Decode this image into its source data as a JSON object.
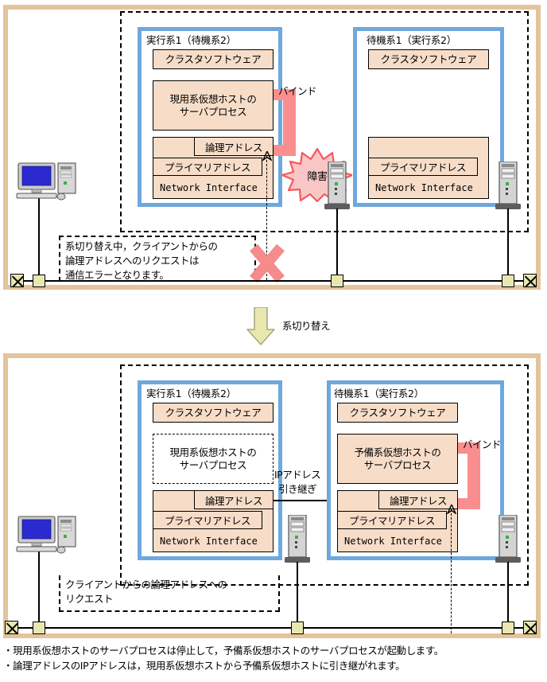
{
  "diagram": {
    "title": "クラスタ系切り替えと論理アドレス引き継ぎ",
    "colors": {
      "panel_border": "#e3c49b",
      "host_border": "#6fa8dc",
      "box_fill": "#f7ddc8",
      "bind_pink": "#fa8e8e",
      "tap_fill": "#e9e7b0",
      "arrow_fill": "#e9e7b0",
      "burst_fill": "#f9c6c6",
      "burst_stroke": "#f4595e",
      "x_mark": "#f58b8b"
    }
  },
  "top_panel": {
    "left_host": {
      "title": "実行系1（待機系2）",
      "cluster_software": "クラスタソフトウェア",
      "server_process": "現用系仮想ホストの\nサーバプロセス",
      "server_process_dashed": false,
      "logical_address": "論理アドレス",
      "primary_address": "プライマリアドレス",
      "nic": "Network Interface",
      "bind_label": "バインド"
    },
    "right_host": {
      "title": "待機系1（実行系2）",
      "cluster_software": "クラスタソフトウェア",
      "server_process": "",
      "logical_address": "",
      "primary_address": "プライマリアドレス",
      "nic": "Network Interface"
    },
    "failure_badge": "障害",
    "caption": "系切り替え中，クライアントからの\n論理アドレスへのリクエストは\n通信エラーとなります。",
    "error_mark": "x-mark"
  },
  "transition": {
    "label": "系切り替え",
    "icon": "down-arrow"
  },
  "bottom_panel": {
    "left_host": {
      "title": "実行系1（待機系2）",
      "cluster_software": "クラスタソフトウェア",
      "server_process": "現用系仮想ホストの\nサーバプロセス",
      "server_process_dashed": true,
      "logical_address": "論理アドレス",
      "primary_address": "プライマリアドレス",
      "nic": "Network Interface"
    },
    "right_host": {
      "title": "待機系1（実行系2）",
      "cluster_software": "クラスタソフトウェア",
      "server_process": "予備系仮想ホストの\nサーバプロセス",
      "server_process_dashed": false,
      "logical_address": "論理アドレス",
      "primary_address": "プライマリアドレス",
      "nic": "Network Interface",
      "bind_label": "バインド"
    },
    "takeover_label": "IPアドレス\n引き継ぎ",
    "caption": "クライアントからの論理アドレスへの\nリクエスト"
  },
  "notes": [
    "・現用系仮想ホストのサーバプロセスは停止して，予備系仮想ホストのサーバプロセスが起動します。",
    "・論理アドレスのIPアドレスは，現用系仮想ホストから予備系仮想ホストに引き継がれます。"
  ],
  "icons": {
    "client_pc": "desktop-computer-icon",
    "server": "server-tower-icon",
    "terminator": "network-terminator-icon",
    "tap": "network-tap-icon"
  }
}
